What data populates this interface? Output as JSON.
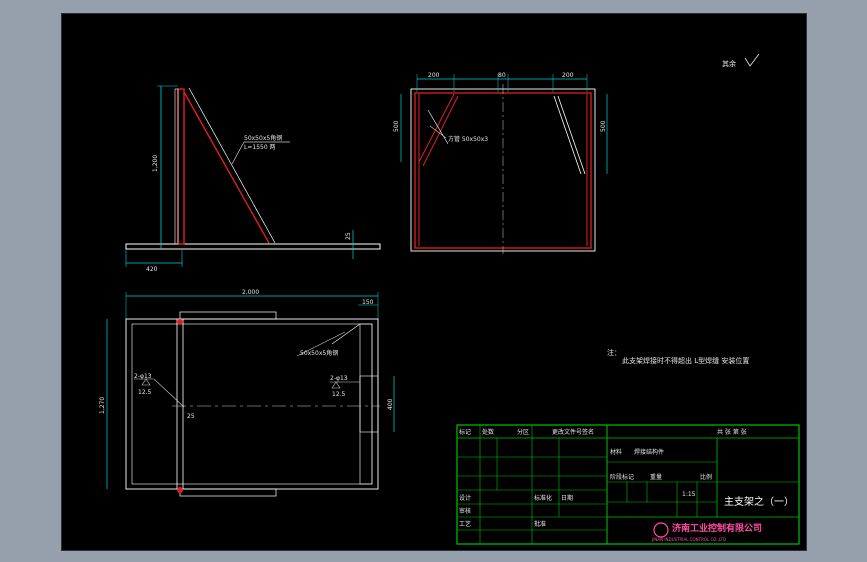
{
  "drawing": {
    "roughness_symbol": "其余",
    "side_view": {
      "height_dim": "1,200",
      "base_dim": "420",
      "small_dim": "25",
      "brace_label": "50x50x5角钢",
      "brace_length": "L=1550 两"
    },
    "top_view": {
      "dim_left": "200",
      "dim_mid": "80",
      "dim_right": "200",
      "height_left": "500",
      "height_right": "500",
      "brace_label": "方管 50x50x3"
    },
    "plan_view": {
      "width_dim": "2,000",
      "right_dim": "150",
      "height_dim": "1,270",
      "angle_label": "50x50x5角钢",
      "weld_left_top": "2-φ13",
      "weld_left_bottom": "12.5",
      "weld_right_top": "2-φ13",
      "weld_right_bottom": "12.5",
      "small_dim": "25",
      "right_height_dim": "400"
    },
    "notes": {
      "heading": "注：",
      "line1": "此支架焊接时不得超出 L型焊缝 安装位置"
    }
  },
  "title_block": {
    "part_name": "焊接结构件",
    "drawing_title": "主支架之（一）",
    "scale": "1:15",
    "company": "济南工业控制有限公司",
    "company_en": "JINAN INDUSTRIAL CONTROL CO.,LTD",
    "labels": {
      "designer": "设计",
      "checker": "审核",
      "craft": "工艺",
      "standard": "标准化",
      "approve": "批准",
      "date": "日期",
      "mark": "标记",
      "count": "处数",
      "zone": "分区",
      "change_doc": "更改文件号",
      "sign": "签名",
      "stage_mark": "阶段标记",
      "weight": "重量",
      "ratio": "比例",
      "sheet": "共 张 第 张",
      "material": "材料"
    }
  },
  "colors": {
    "background": "#000000",
    "outline": "#ffffff",
    "member": "#e32020",
    "dimension": "#00d7d7",
    "leader": "#cfcfcf",
    "title_block": "#00c400",
    "company": "#ff4fa3"
  }
}
